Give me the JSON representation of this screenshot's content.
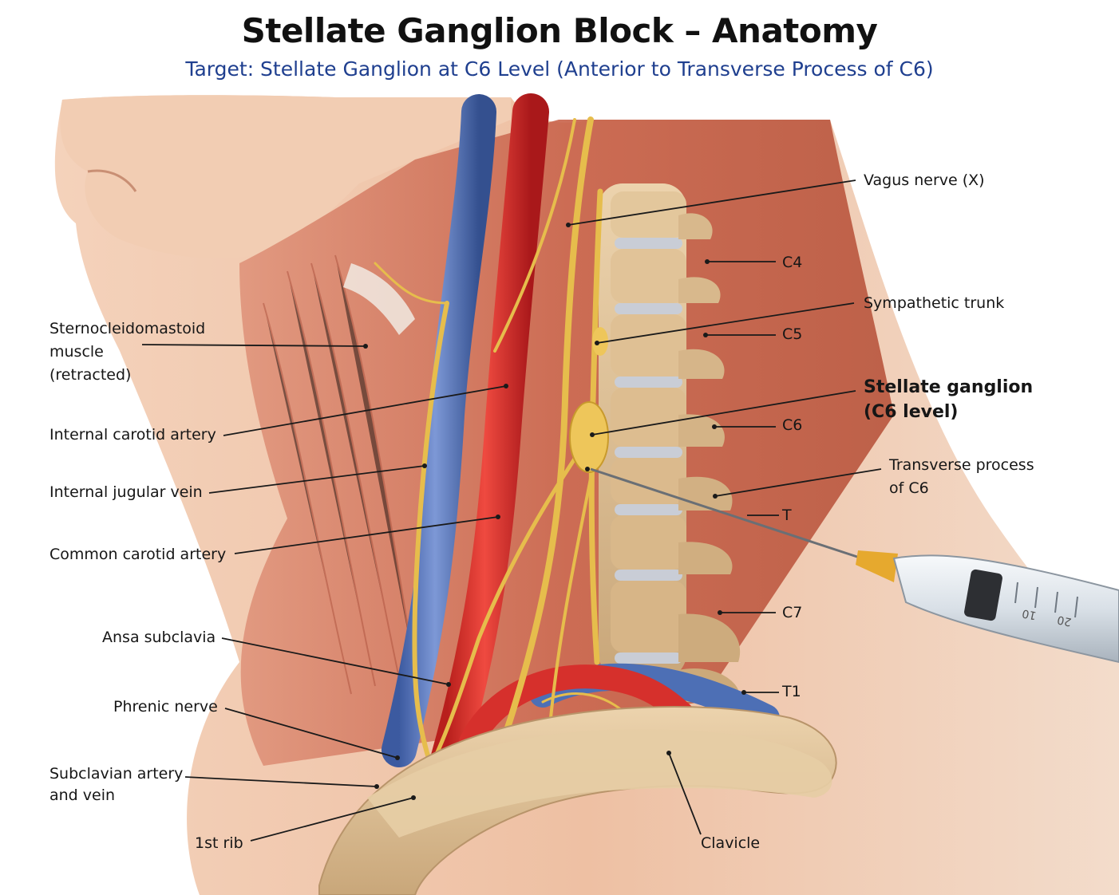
{
  "title": "Stellate Ganglion Block – Anatomy",
  "subtitle": "Target: Stellate Ganglion at C6 Level (Anterior to Transverse Process of C6)",
  "labels": {
    "vagus": "Vagus nerve (X)",
    "c4": "C4",
    "sympathetic_trunk": "Sympathetic trunk",
    "c5": "C5",
    "stellate_1": "Stellate ganglion",
    "stellate_2": "(C6 level)",
    "c6": "C6",
    "transverse_1": "Transverse process",
    "transverse_2": "of C6",
    "t_mark": "T",
    "c7": "C7",
    "t1": "T1",
    "scm_1": "Sternocleidomastoid",
    "scm_2": "muscle",
    "scm_3": "(retracted)",
    "ica": "Internal carotid artery",
    "ijv": "Internal jugular vein",
    "cca": "Common carotid artery",
    "ansa": "Ansa subclavia",
    "phrenic": "Phrenic nerve",
    "subclavian_1": "Subclavian artery",
    "subclavian_2": "and vein",
    "rib": "1st rib",
    "clavicle": "Clavicle"
  },
  "syringe_marks": [
    "10",
    "20"
  ],
  "colors": {
    "title": "#111111",
    "subtitle": "#1f3f8f",
    "skin": "#efc3a6",
    "muscle": "#c7644f",
    "artery": "#d6302c",
    "vein": "#4d6fb5",
    "nerve": "#e6bd4c",
    "bone": "#dcbe92",
    "disc": "#c9cdd6",
    "needle_hub": "#e6a92e"
  }
}
